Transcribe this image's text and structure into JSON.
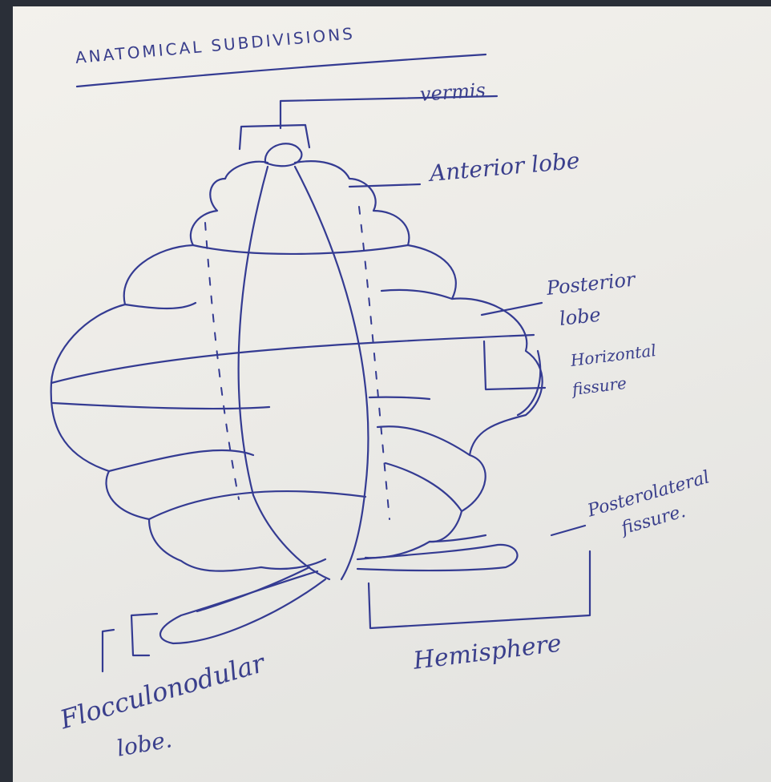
{
  "title": "ANATOMICAL SUBDIVISIONS",
  "labels": {
    "vermis": "vermis",
    "anterior_lobe": "Anterior lobe",
    "posterior_lobe_line1": "Posterior",
    "posterior_lobe_line2": "lobe",
    "horizontal_fissure_line1": "Horizontal",
    "horizontal_fissure_line2": "fissure",
    "posterolateral_fissure_line1": "Posterolateral",
    "posterolateral_fissure_line2": "fissure.",
    "hemisphere": "Hemisphere",
    "flocculonodular_lobe_line1": "Flocculonodular",
    "flocculonodular_lobe_line2": "lobe."
  },
  "colors": {
    "ink": "#343b92",
    "paper": "#f0efea",
    "backdrop": "#2a2f38"
  }
}
